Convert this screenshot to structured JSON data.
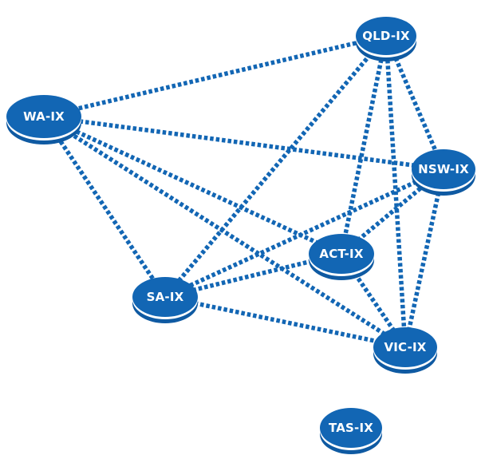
{
  "colors": {
    "accent": "#1266b4",
    "accent_dark": "#0f5aa2",
    "rim": "#ffffff"
  },
  "nodes": [
    {
      "id": "qld",
      "label": "QLD-IX"
    },
    {
      "id": "wa",
      "label": "WA-IX"
    },
    {
      "id": "nsw",
      "label": "NSW-IX"
    },
    {
      "id": "act",
      "label": "ACT-IX"
    },
    {
      "id": "sa",
      "label": "SA-IX"
    },
    {
      "id": "vic",
      "label": "VIC-IX"
    },
    {
      "id": "tas",
      "label": "TAS-IX"
    }
  ],
  "links": [
    [
      "wa",
      "qld"
    ],
    [
      "wa",
      "nsw"
    ],
    [
      "wa",
      "act"
    ],
    [
      "wa",
      "vic"
    ],
    [
      "wa",
      "sa"
    ],
    [
      "qld",
      "sa"
    ],
    [
      "qld",
      "act"
    ],
    [
      "qld",
      "vic"
    ],
    [
      "qld",
      "nsw"
    ],
    [
      "nsw",
      "act"
    ],
    [
      "nsw",
      "vic"
    ],
    [
      "nsw",
      "sa"
    ],
    [
      "act",
      "sa"
    ],
    [
      "act",
      "vic"
    ],
    [
      "sa",
      "vic"
    ]
  ]
}
